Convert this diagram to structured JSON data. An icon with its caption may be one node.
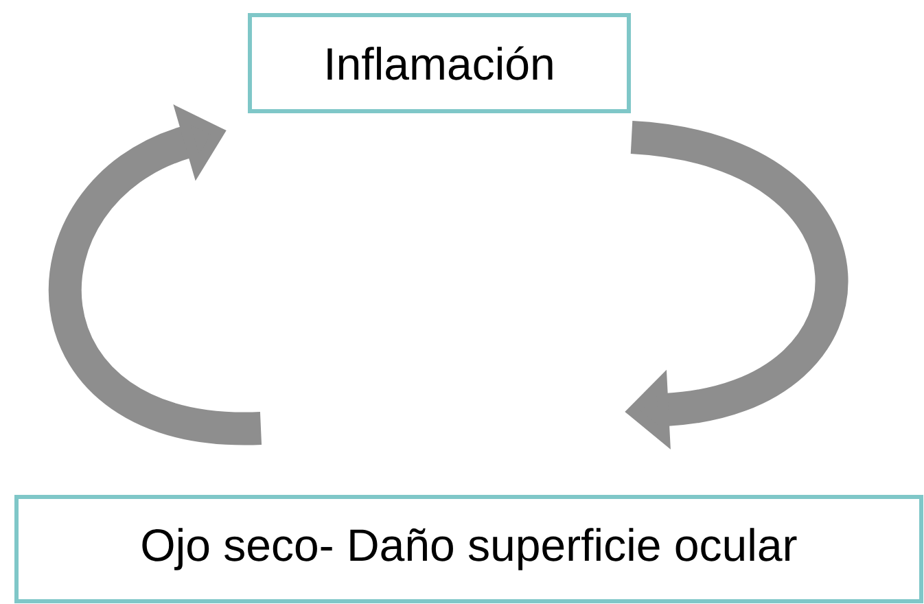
{
  "diagram": {
    "nodes": [
      {
        "text": [
          "Inflamación"
        ]
      },
      {
        "text": [
          "Ojo seco- Daño superficie ocular"
        ]
      }
    ],
    "edges": [
      {
        "from": 1,
        "to": 0,
        "arrow": "to"
      },
      {
        "from": 0,
        "to": 1,
        "arrow": "to"
      }
    ]
  }
}
